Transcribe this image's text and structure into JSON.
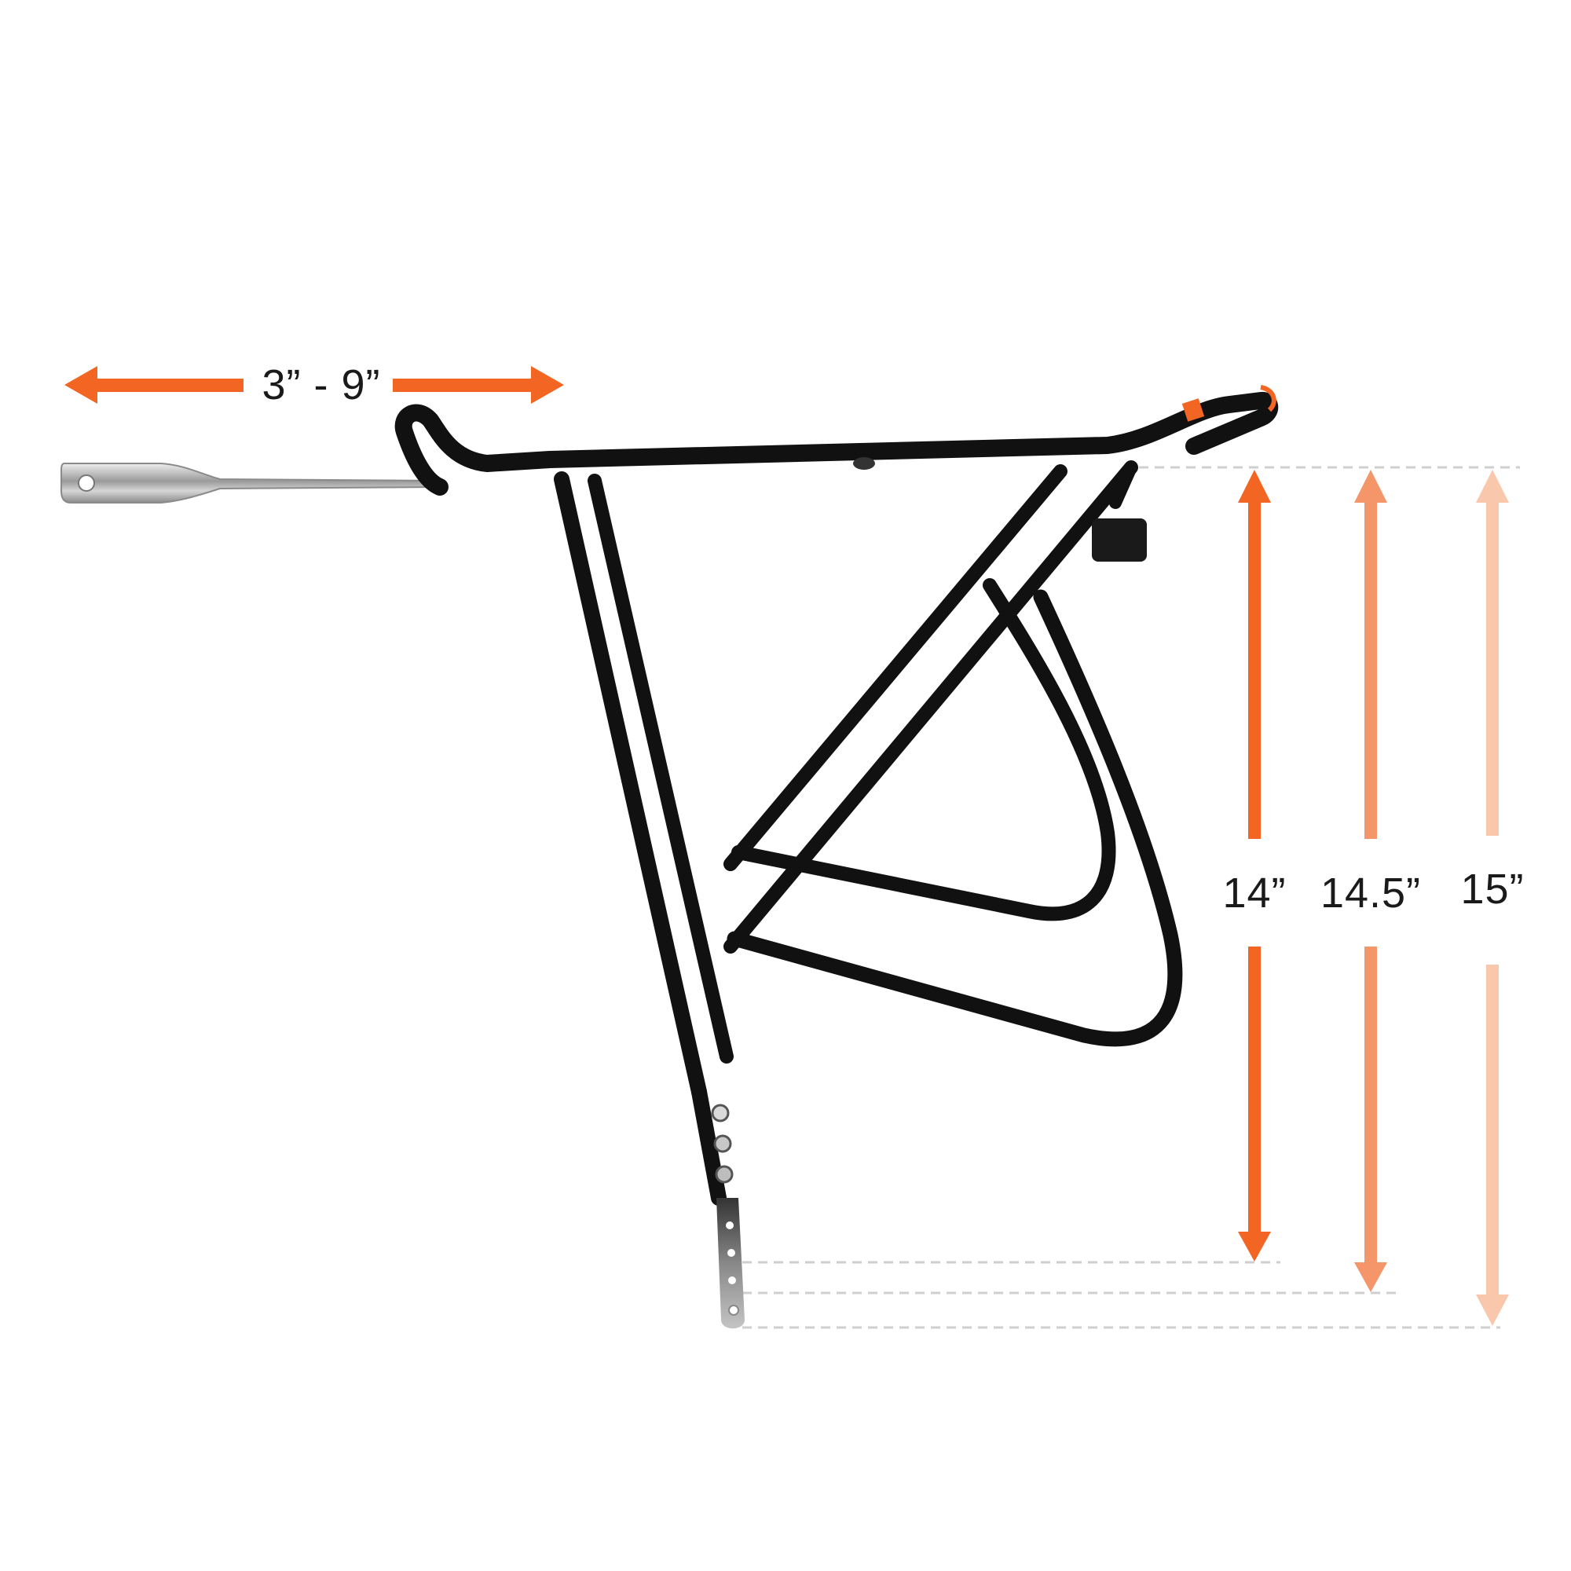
{
  "labels": {
    "extension_range": "3” - 9”",
    "height_short": "14”",
    "height_mid": "14.5”",
    "height_tall": "15”"
  },
  "colors": {
    "arrow_primary": "#f26522",
    "arrow_mid": "#f4956a",
    "arrow_light": "#f9c7ac",
    "rack": "#111111",
    "strut": "#b8b8b8",
    "guide_line": "#cfcfcf",
    "background": "#ffffff"
  },
  "product": {
    "type": "rear-bicycle-cargo-rack"
  }
}
